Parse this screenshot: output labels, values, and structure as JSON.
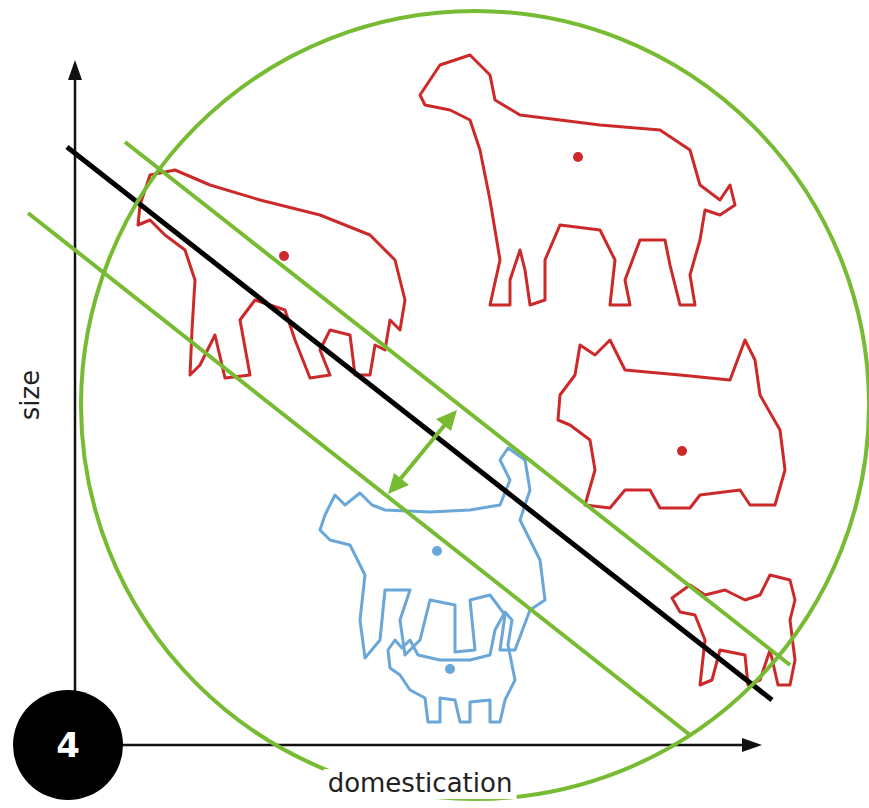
{
  "diagram": {
    "nodes": [
      {
        "text": [
          "4"
        ]
      }
    ],
    "labels": [
      "size",
      "domestication"
    ]
  }
}
